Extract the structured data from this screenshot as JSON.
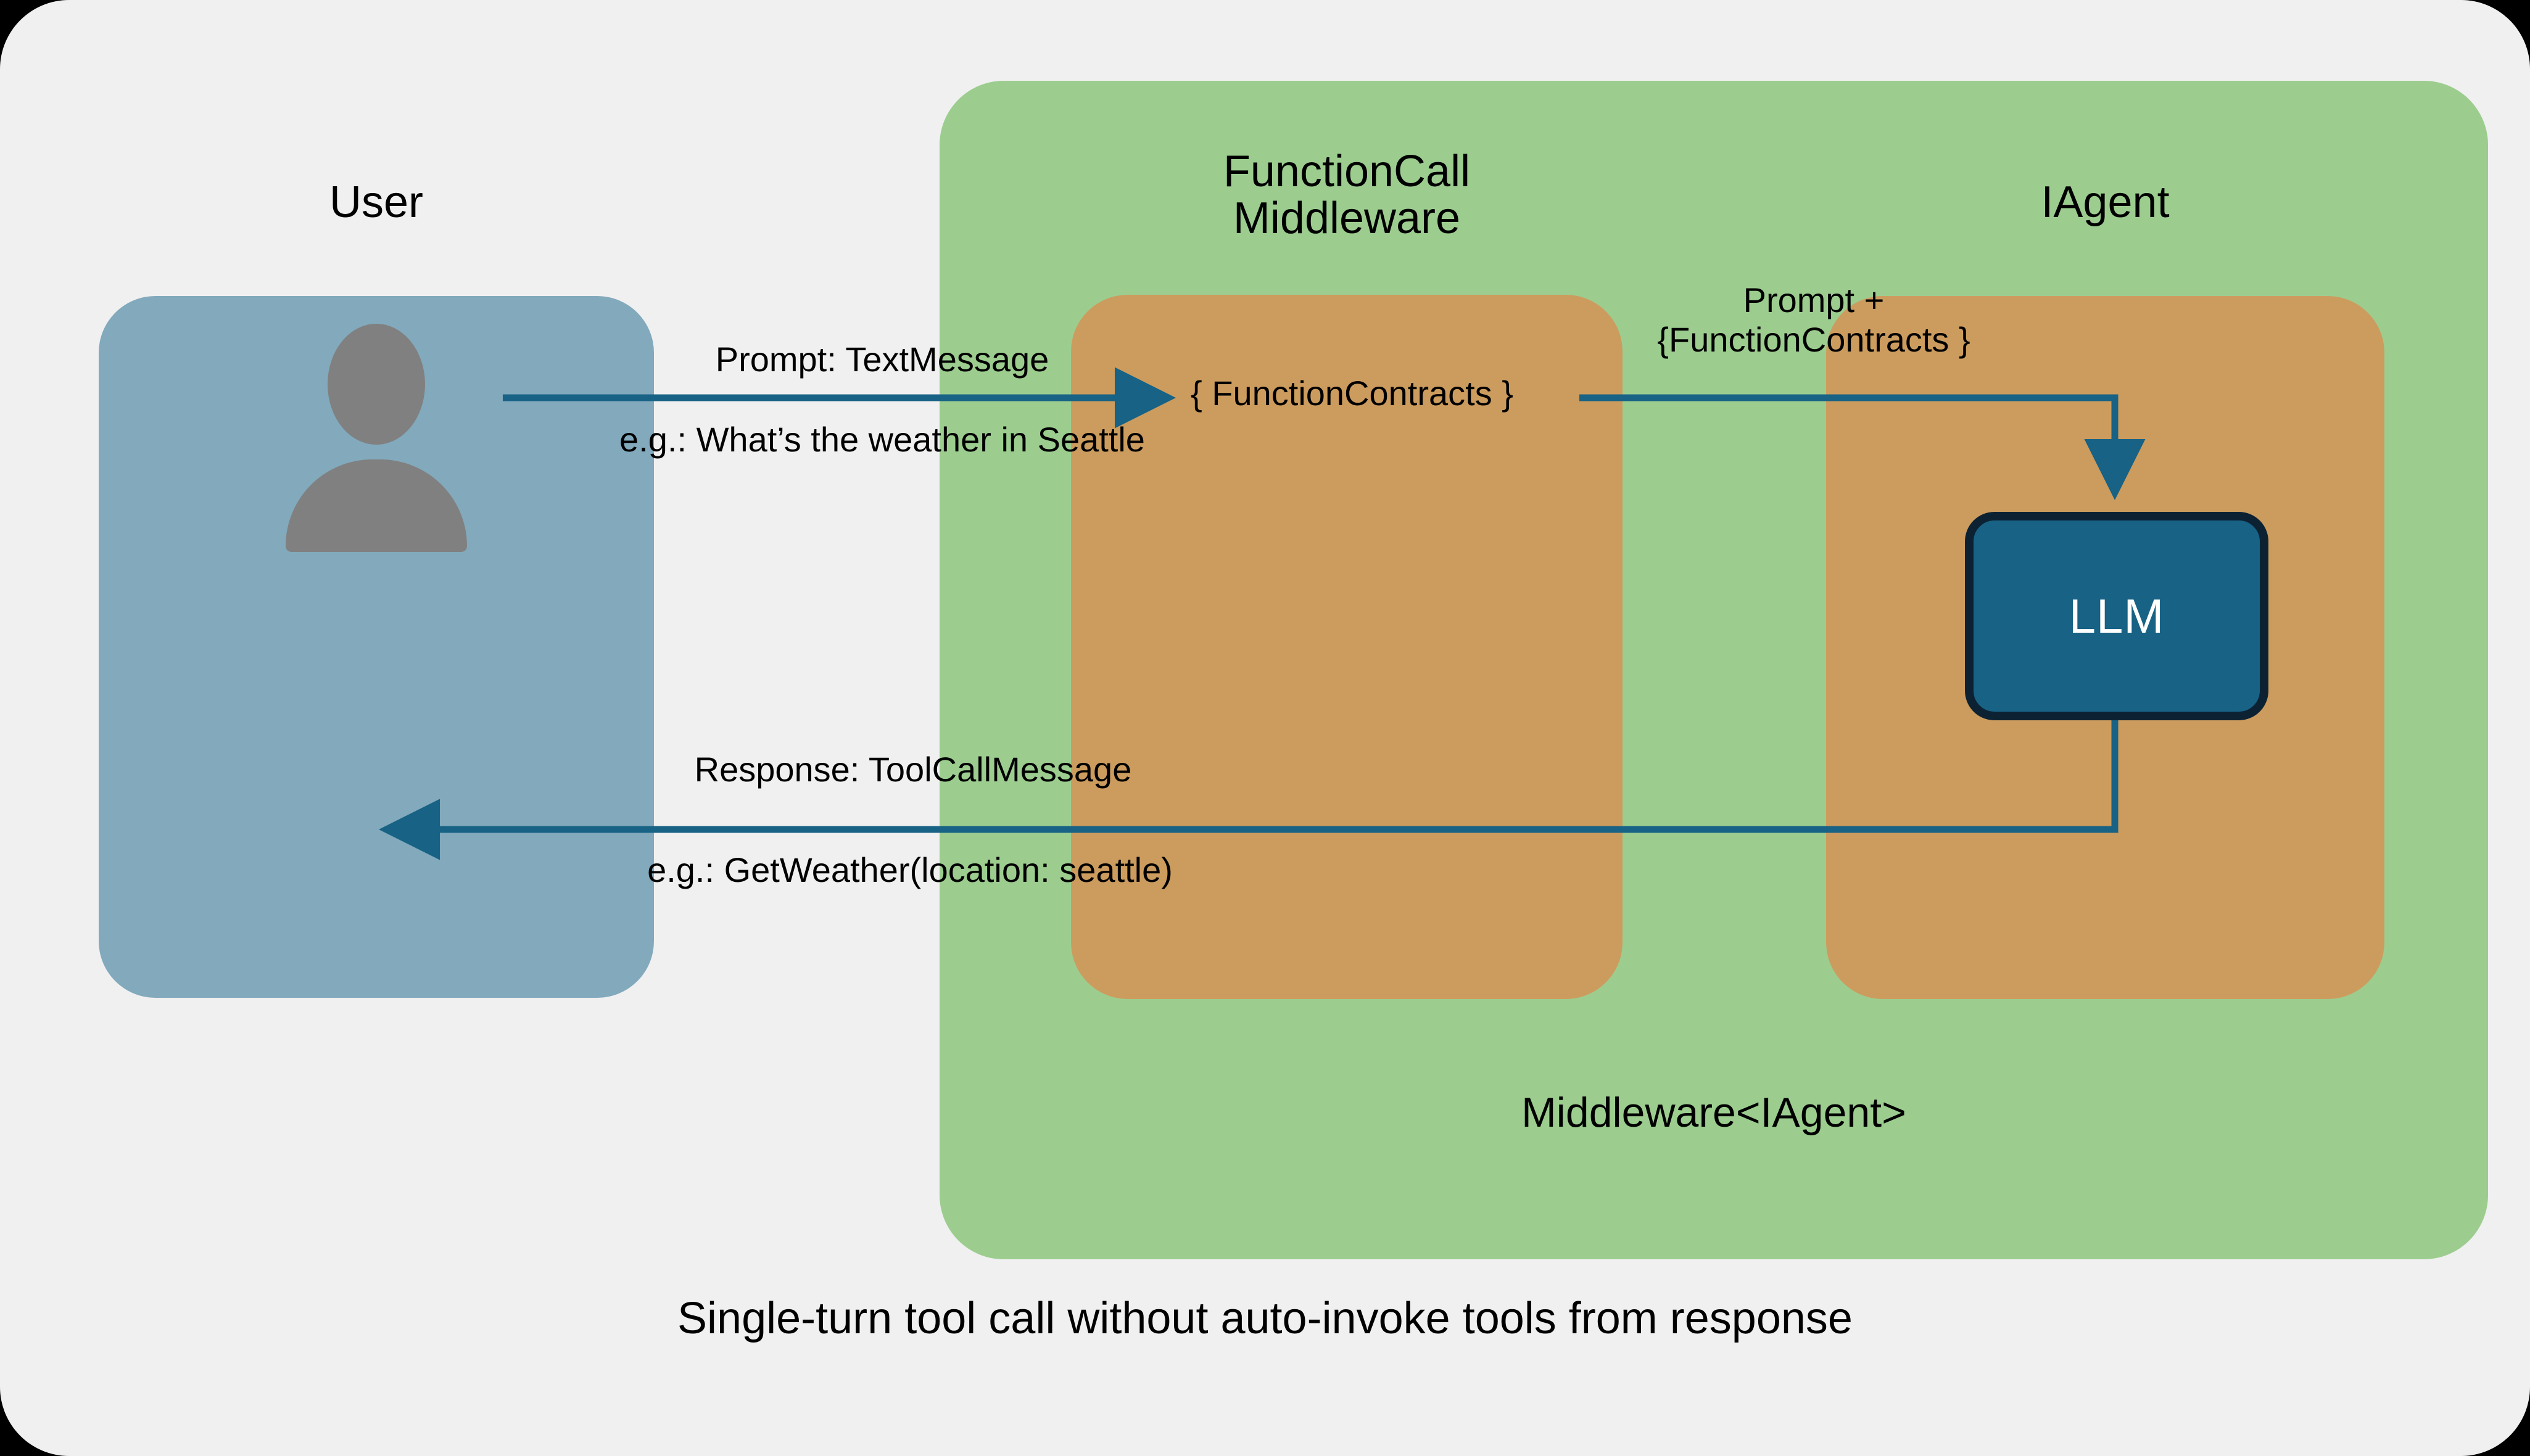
{
  "canvas": {
    "background": "#f0f0f0",
    "outer_background": "#000000"
  },
  "colors": {
    "user_box": "#82a9bc",
    "middleware_container": "#9ccd8f",
    "inner_box": "#cc9c5e",
    "llm_fill": "#176285",
    "llm_border": "#0c2233",
    "arrow": "#176285",
    "avatar": "#808080",
    "text": "#000000",
    "llm_text": "#ffffff"
  },
  "actors": {
    "user": {
      "title": "User",
      "avatar_icon": "user-avatar-icon"
    },
    "function_call_middleware": {
      "title": "FunctionCall Middleware",
      "title_line1": "FunctionCall",
      "title_line2": "Middleware",
      "inner_text": "{ FunctionContracts }"
    },
    "iagent": {
      "title": "IAgent",
      "llm": {
        "label": "LLM"
      }
    },
    "middleware_container": {
      "title": "Middleware<IAgent>"
    }
  },
  "edges": [
    {
      "id": "prompt-edge",
      "label": "Prompt: TextMessage",
      "example": "e.g.: What’s the weather in Seattle",
      "from": "user",
      "to": "function-call-middleware",
      "direction": "right"
    },
    {
      "id": "contracts-edge",
      "label": "Prompt + {FunctionContracts }",
      "label_line1": "Prompt +",
      "label_line2": "{FunctionContracts }",
      "from": "function-call-middleware",
      "to": "llm",
      "direction": "right-then-down"
    },
    {
      "id": "response-edge",
      "label": "Response: ToolCallMessage",
      "example": "e.g.: GetWeather(location: seattle)",
      "from": "llm",
      "to": "user",
      "direction": "down-then-left"
    }
  ],
  "caption": "Single-turn tool call without auto-invoke tools from response"
}
